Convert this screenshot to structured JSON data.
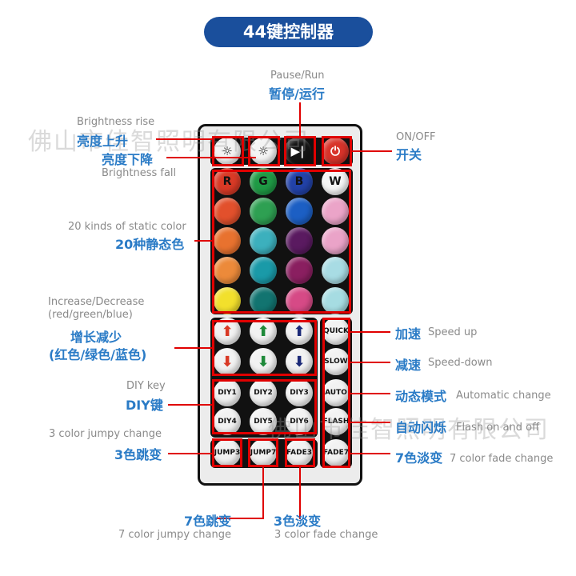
{
  "title": "44键控制器",
  "watermark": "佛山市佳智照明有限公司",
  "colors": {
    "accent_blue": "#2a7bc6",
    "title_bg": "#1a4f9c",
    "highlight_red": "#e00000"
  },
  "top_buttons": [
    {
      "icon": "brightness-up-icon",
      "bg": "#f4f4f4"
    },
    {
      "icon": "brightness-down-icon",
      "bg": "#f4f4f4"
    },
    {
      "icon": "play-pause-icon",
      "bg": "#151515"
    },
    {
      "icon": "power-icon",
      "bg": "#d8332a"
    }
  ],
  "color_grid": [
    [
      {
        "label": "R",
        "bg": "#d93a26"
      },
      {
        "label": "G",
        "bg": "#1f9a45"
      },
      {
        "label": "B",
        "bg": "#2242a8"
      },
      {
        "label": "W",
        "bg": "#f5f5f5"
      }
    ],
    [
      {
        "bg": "#e2502c"
      },
      {
        "bg": "#2ea052"
      },
      {
        "bg": "#1c5fc4"
      },
      {
        "bg": "#eba4c8"
      }
    ],
    [
      {
        "bg": "#e8722f"
      },
      {
        "bg": "#3cb0bd"
      },
      {
        "bg": "#5a1a60"
      },
      {
        "bg": "#eaa3c8"
      }
    ],
    [
      {
        "bg": "#ec8a3a"
      },
      {
        "bg": "#1a9aa8"
      },
      {
        "bg": "#8a1f60"
      },
      {
        "bg": "#a8dce4"
      }
    ],
    [
      {
        "bg": "#f2e02c"
      },
      {
        "bg": "#127470"
      },
      {
        "bg": "#d64a86"
      },
      {
        "bg": "#a6dce2"
      }
    ]
  ],
  "arrows": [
    {
      "glyph": "⬆",
      "color": "#d93a26"
    },
    {
      "glyph": "⬆",
      "color": "#1f8a3a"
    },
    {
      "glyph": "⬆",
      "color": "#1c2a78"
    },
    {
      "glyph": "⬇",
      "color": "#d93a26"
    },
    {
      "glyph": "⬇",
      "color": "#1f8a3a"
    },
    {
      "glyph": "⬇",
      "color": "#1c2a78"
    }
  ],
  "diy": [
    "DIY1",
    "DIY2",
    "DIY3",
    "DIY4",
    "DIY5",
    "DIY6"
  ],
  "side": [
    "QUICK",
    "SLOW",
    "AUTO",
    "FLASH",
    "FADE7"
  ],
  "bottom": [
    "JUMP3",
    "JUMP7",
    "FADE3"
  ],
  "labels": {
    "pause_en": "Pause/Run",
    "pause_cn": "暂停/运行",
    "onoff_en": "ON/OFF",
    "onoff_cn": "开关",
    "brup_en": "Brightness rise",
    "brup_cn": "亮度上升",
    "brdn_cn": "亮度下降",
    "brdn_en": "Brightness fall",
    "static_en": "20 kinds of static color",
    "static_cn": "20种静态色",
    "incdec_en1": "Increase/Decrease",
    "incdec_en2": "(red/green/blue)",
    "incdec_cn1": "增长减少",
    "incdec_cn2": "(红色/绿色/蓝色)",
    "diy_en": "DIY key",
    "diy_cn": "DIY键",
    "j3_en": "3 color jumpy change",
    "j3_cn": "3色跳变",
    "quick_cn": "加速",
    "quick_en": "Speed up",
    "slow_cn": "减速",
    "slow_en": "Speed-down",
    "auto_cn": "动态模式",
    "auto_en": "Automatic change",
    "flash_cn": "自动闪烁",
    "flash_en": "Flash on and off",
    "f7_cn": "7色淡变",
    "f7_en": "7 color fade change",
    "j7_cn": "7色跳变",
    "j7_en": "7 color jumpy change",
    "f3_cn": "3色淡变",
    "f3_en": "3 color fade change"
  }
}
